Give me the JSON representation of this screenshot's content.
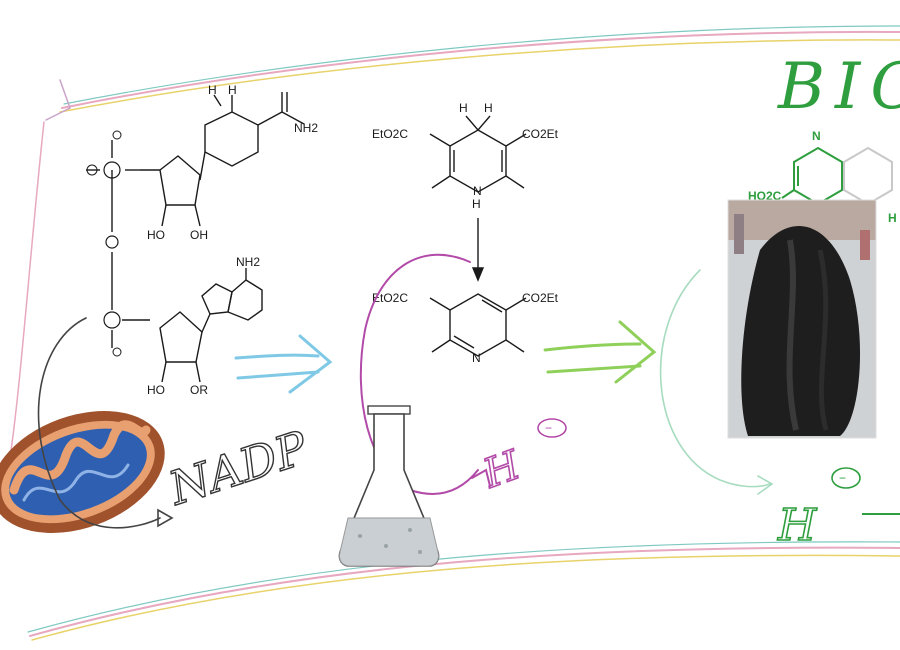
{
  "top_label": "BIC",
  "labels": {
    "nadp_handwritten": "NADP",
    "h_minus_purple": "H",
    "h_minus_green": "H",
    "minus_charge": "−"
  },
  "nadph": {
    "amide": "NH2",
    "oh_left": "HO",
    "oh_right": "OH",
    "amine": "NH2",
    "oh2_left": "HO",
    "oh2_right": "OR",
    "h_a": "H",
    "h_b": "H"
  },
  "hantzsch_ester": {
    "left_group": "EtO2C",
    "right_group": "CO2Et",
    "nh": "H",
    "n": "N",
    "h_a": "H",
    "h_b": "H"
  },
  "pyridine_product": {
    "left_group": "EtO2C",
    "right_group": "CO2Et",
    "n": "N"
  },
  "bio_inspired": {
    "n": "N",
    "acid": "HO2C",
    "partial": "H"
  },
  "colors": {
    "ink": "#1a1a1a",
    "blue_arrow": "#7fc9e6",
    "green_arrow": "#8fd05a",
    "magenta": "#b24aa8",
    "green_text": "#2e9e3e",
    "frame_pink": "#e7a8c0",
    "frame_yellow": "#e8d26a",
    "frame_teal": "#7fc9c2"
  },
  "icons": [
    "mitochondrion-icon",
    "erlenmeyer-flask-icon",
    "catalyst-photo"
  ]
}
